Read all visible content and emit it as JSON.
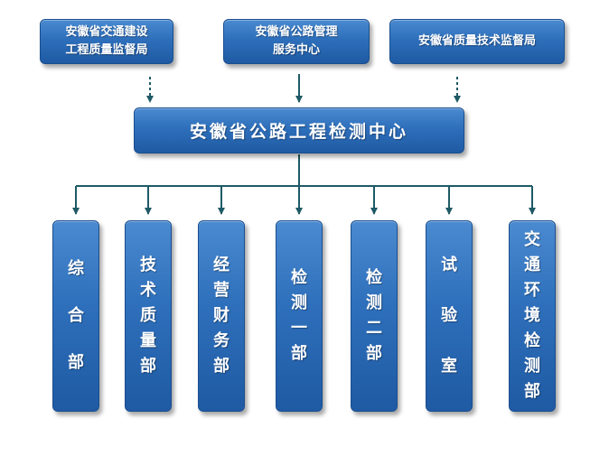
{
  "supervisors": [
    {
      "label": "安徽省交通建设\n工程质量监督局",
      "link": "dashed"
    },
    {
      "label": "安徽省公路管理\n服务中心",
      "link": "solid"
    },
    {
      "label": "安徽省质量技术监督局",
      "link": "dashed"
    }
  ],
  "center": {
    "label": "安徽省公路工程检测中心"
  },
  "departments": [
    {
      "label": "综合部"
    },
    {
      "label": "技术质量部"
    },
    {
      "label": "经营财务部"
    },
    {
      "label": "检测一部"
    },
    {
      "label": "检测二部"
    },
    {
      "label": "试验室"
    },
    {
      "label": "交通环境检测部"
    }
  ],
  "colors": {
    "box_fill": "#2e6fbb",
    "box_border": "#1a4f8f",
    "connector": "#1e5a66",
    "text": "#ffffff"
  }
}
